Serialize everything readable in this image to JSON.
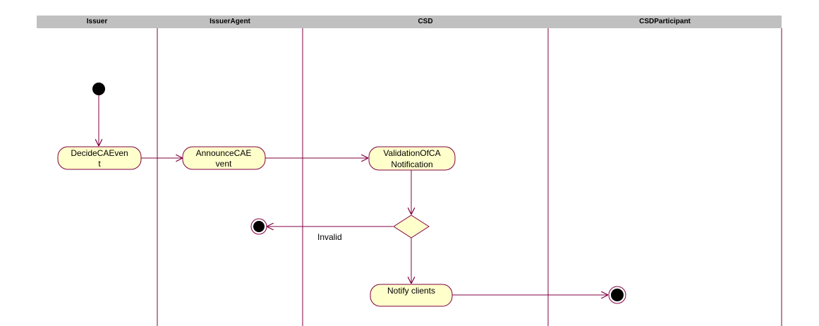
{
  "swimlanes": [
    {
      "name": "Issuer"
    },
    {
      "name": "IssuerAgent"
    },
    {
      "name": "CSD"
    },
    {
      "name": "CSDParticipant"
    }
  ],
  "activities": {
    "decide": [
      "DecideCAEven",
      "t"
    ],
    "announce": [
      "AnnounceCAE",
      "vent"
    ],
    "validation": [
      "ValidationOfCA",
      "Notification"
    ],
    "notify": [
      "Notify clients"
    ]
  },
  "edges": {
    "invalid_label": "Invalid"
  },
  "colors": {
    "header": "#c0c0c0",
    "lane_line": "#800040",
    "node_fill": "#ffffcc",
    "node_stroke": "#800040",
    "edge": "#800040"
  }
}
